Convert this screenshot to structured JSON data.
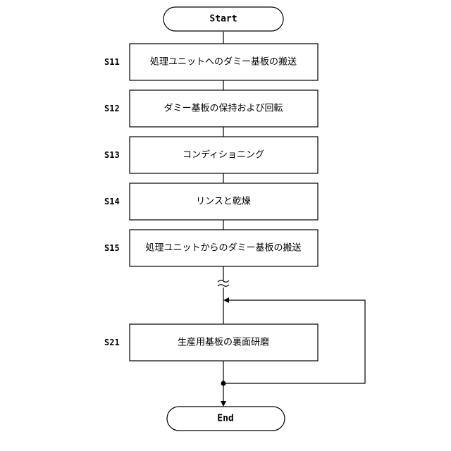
{
  "start_label": "Start",
  "end_label": "End",
  "steps": [
    {
      "id": "S11",
      "text": "処理ユニットへのダミー基板の搬送"
    },
    {
      "id": "S12",
      "text": "ダミー基板の保持および回転"
    },
    {
      "id": "S13",
      "text": "コンディショニング"
    },
    {
      "id": "S14",
      "text": "リンスと乾燥"
    },
    {
      "id": "S15",
      "text": "処理ユニットからのダミー基板の搬送"
    },
    {
      "id": "S21",
      "text": "生産用基板の裏面研磨"
    }
  ]
}
